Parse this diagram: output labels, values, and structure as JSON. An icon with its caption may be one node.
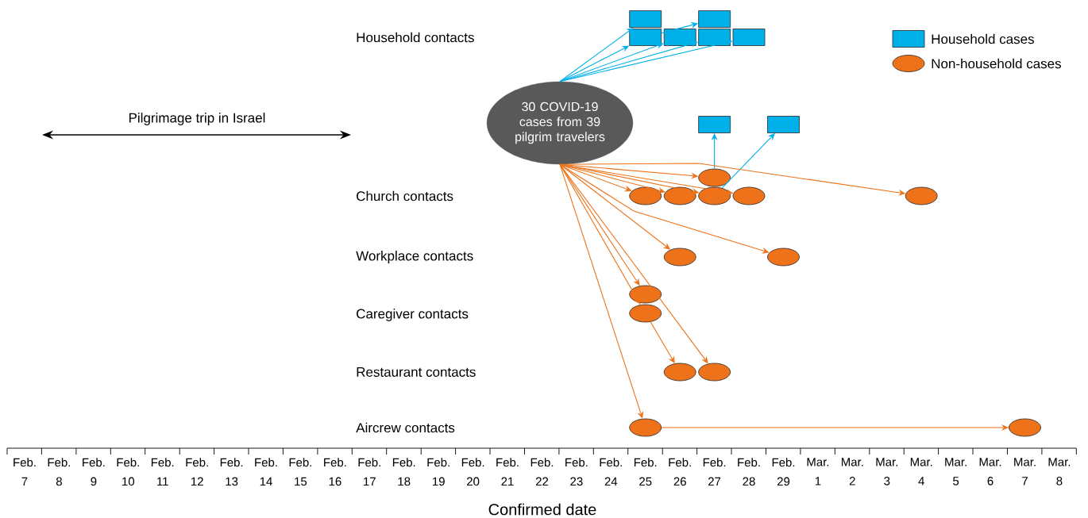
{
  "diagram": {
    "nodes": [
      {
        "text": [
          "30 COVID-19 cases from 39 pilgrim travelers"
        ]
      },
      {
        "text": [],
        "shape": "box"
      },
      {
        "text": [],
        "shape": "box"
      },
      {
        "text": [],
        "shape": "box"
      },
      {
        "text": [],
        "shape": "box"
      },
      {
        "text": [],
        "shape": "box"
      },
      {
        "text": [],
        "shape": "box"
      },
      {
        "text": [],
        "shape": "box"
      },
      {
        "text": [],
        "shape": "box"
      },
      {
        "text": [],
        "shape": "ellipse"
      },
      {
        "text": [],
        "shape": "ellipse"
      },
      {
        "text": [],
        "shape": "ellipse"
      },
      {
        "text": [],
        "shape": "ellipse"
      },
      {
        "text": [],
        "shape": "ellipse"
      },
      {
        "text": [],
        "shape": "ellipse"
      },
      {
        "text": [],
        "shape": "ellipse"
      },
      {
        "text": [],
        "shape": "ellipse"
      },
      {
        "text": [],
        "shape": "ellipse"
      },
      {
        "text": [],
        "shape": "ellipse"
      },
      {
        "text": [],
        "shape": "ellipse"
      },
      {
        "text": [],
        "shape": "ellipse"
      },
      {
        "text": [],
        "shape": "ellipse"
      },
      {
        "text": [],
        "shape": "ellipse"
      }
    ],
    "edges": [
      {
        "from": 0,
        "to": 1,
        "arrow": "to",
        "color": "#00b0e8"
      },
      {
        "from": 0,
        "to": 3,
        "arrow": "to",
        "color": "#00b0e8"
      },
      {
        "from": 0,
        "to": 4,
        "arrow": "to",
        "color": "#00b0e8"
      },
      {
        "from": 0,
        "to": 5,
        "arrow": "to",
        "color": "#00b0e8"
      },
      {
        "from": 0,
        "to": 6,
        "arrow": "to",
        "color": "#00b0e8"
      },
      {
        "from": 3,
        "to": 2,
        "arrow": "to",
        "color": "#00b0e8"
      },
      {
        "from": 9,
        "to": 7,
        "arrow": "to",
        "color": "#00b0e8"
      },
      {
        "from": 12,
        "to": 8,
        "arrow": "to",
        "color": "#00b0e8"
      },
      {
        "from": 0,
        "to": 9,
        "arrow": "to"
      },
      {
        "from": 0,
        "to": 10,
        "arrow": "to"
      },
      {
        "from": 0,
        "to": 11,
        "arrow": "to"
      },
      {
        "from": 0,
        "to": 12,
        "arrow": "to"
      },
      {
        "from": 0,
        "to": 13,
        "arrow": "to"
      },
      {
        "from": 0,
        "to": 14,
        "arrow": "to"
      },
      {
        "from": 0,
        "to": 15,
        "arrow": "to"
      },
      {
        "from": 0,
        "to": 16,
        "arrow": "to"
      },
      {
        "from": 0,
        "to": 17,
        "arrow": "to"
      },
      {
        "from": 0,
        "to": 18,
        "arrow": "to"
      },
      {
        "from": 0,
        "to": 20,
        "arrow": "to"
      },
      {
        "from": 18,
        "to": 19,
        "arrow": "to"
      },
      {
        "from": 0,
        "to": 21,
        "arrow": "to"
      },
      {
        "from": 21,
        "to": 22,
        "arrow": "to"
      }
    ],
    "labels": [
      "Household contacts",
      "Church contacts",
      "Workplace contacts",
      "Caregiver contacts",
      "Restaurant contacts",
      "Aircrew contacts",
      "Pilgrimage trip in Israel",
      "Feb. 7",
      "Feb. 8",
      "Feb. 9",
      "Feb. 10",
      "Feb. 11",
      "Feb. 12",
      "Feb. 13",
      "Feb. 14",
      "Feb. 15",
      "Feb. 16",
      "Feb. 17",
      "Feb. 18",
      "Feb. 19",
      "Feb. 20",
      "Feb. 21",
      "Feb. 22",
      "Feb. 23",
      "Feb. 24",
      "Feb. 25",
      "Feb. 26",
      "Feb. 27",
      "Feb. 28",
      "Feb. 29",
      "Mar. 1",
      "Mar. 2",
      "Mar. 3",
      "Mar. 4",
      "Mar. 5",
      "Mar. 6",
      "Mar. 7",
      "Mar. 8",
      "Confirmed date"
    ],
    "legend": [
      {
        "text": "Household cases",
        "color": "#00b0e8"
      },
      {
        "text": "Non-household cases",
        "color": "#ed7219"
      }
    ]
  }
}
